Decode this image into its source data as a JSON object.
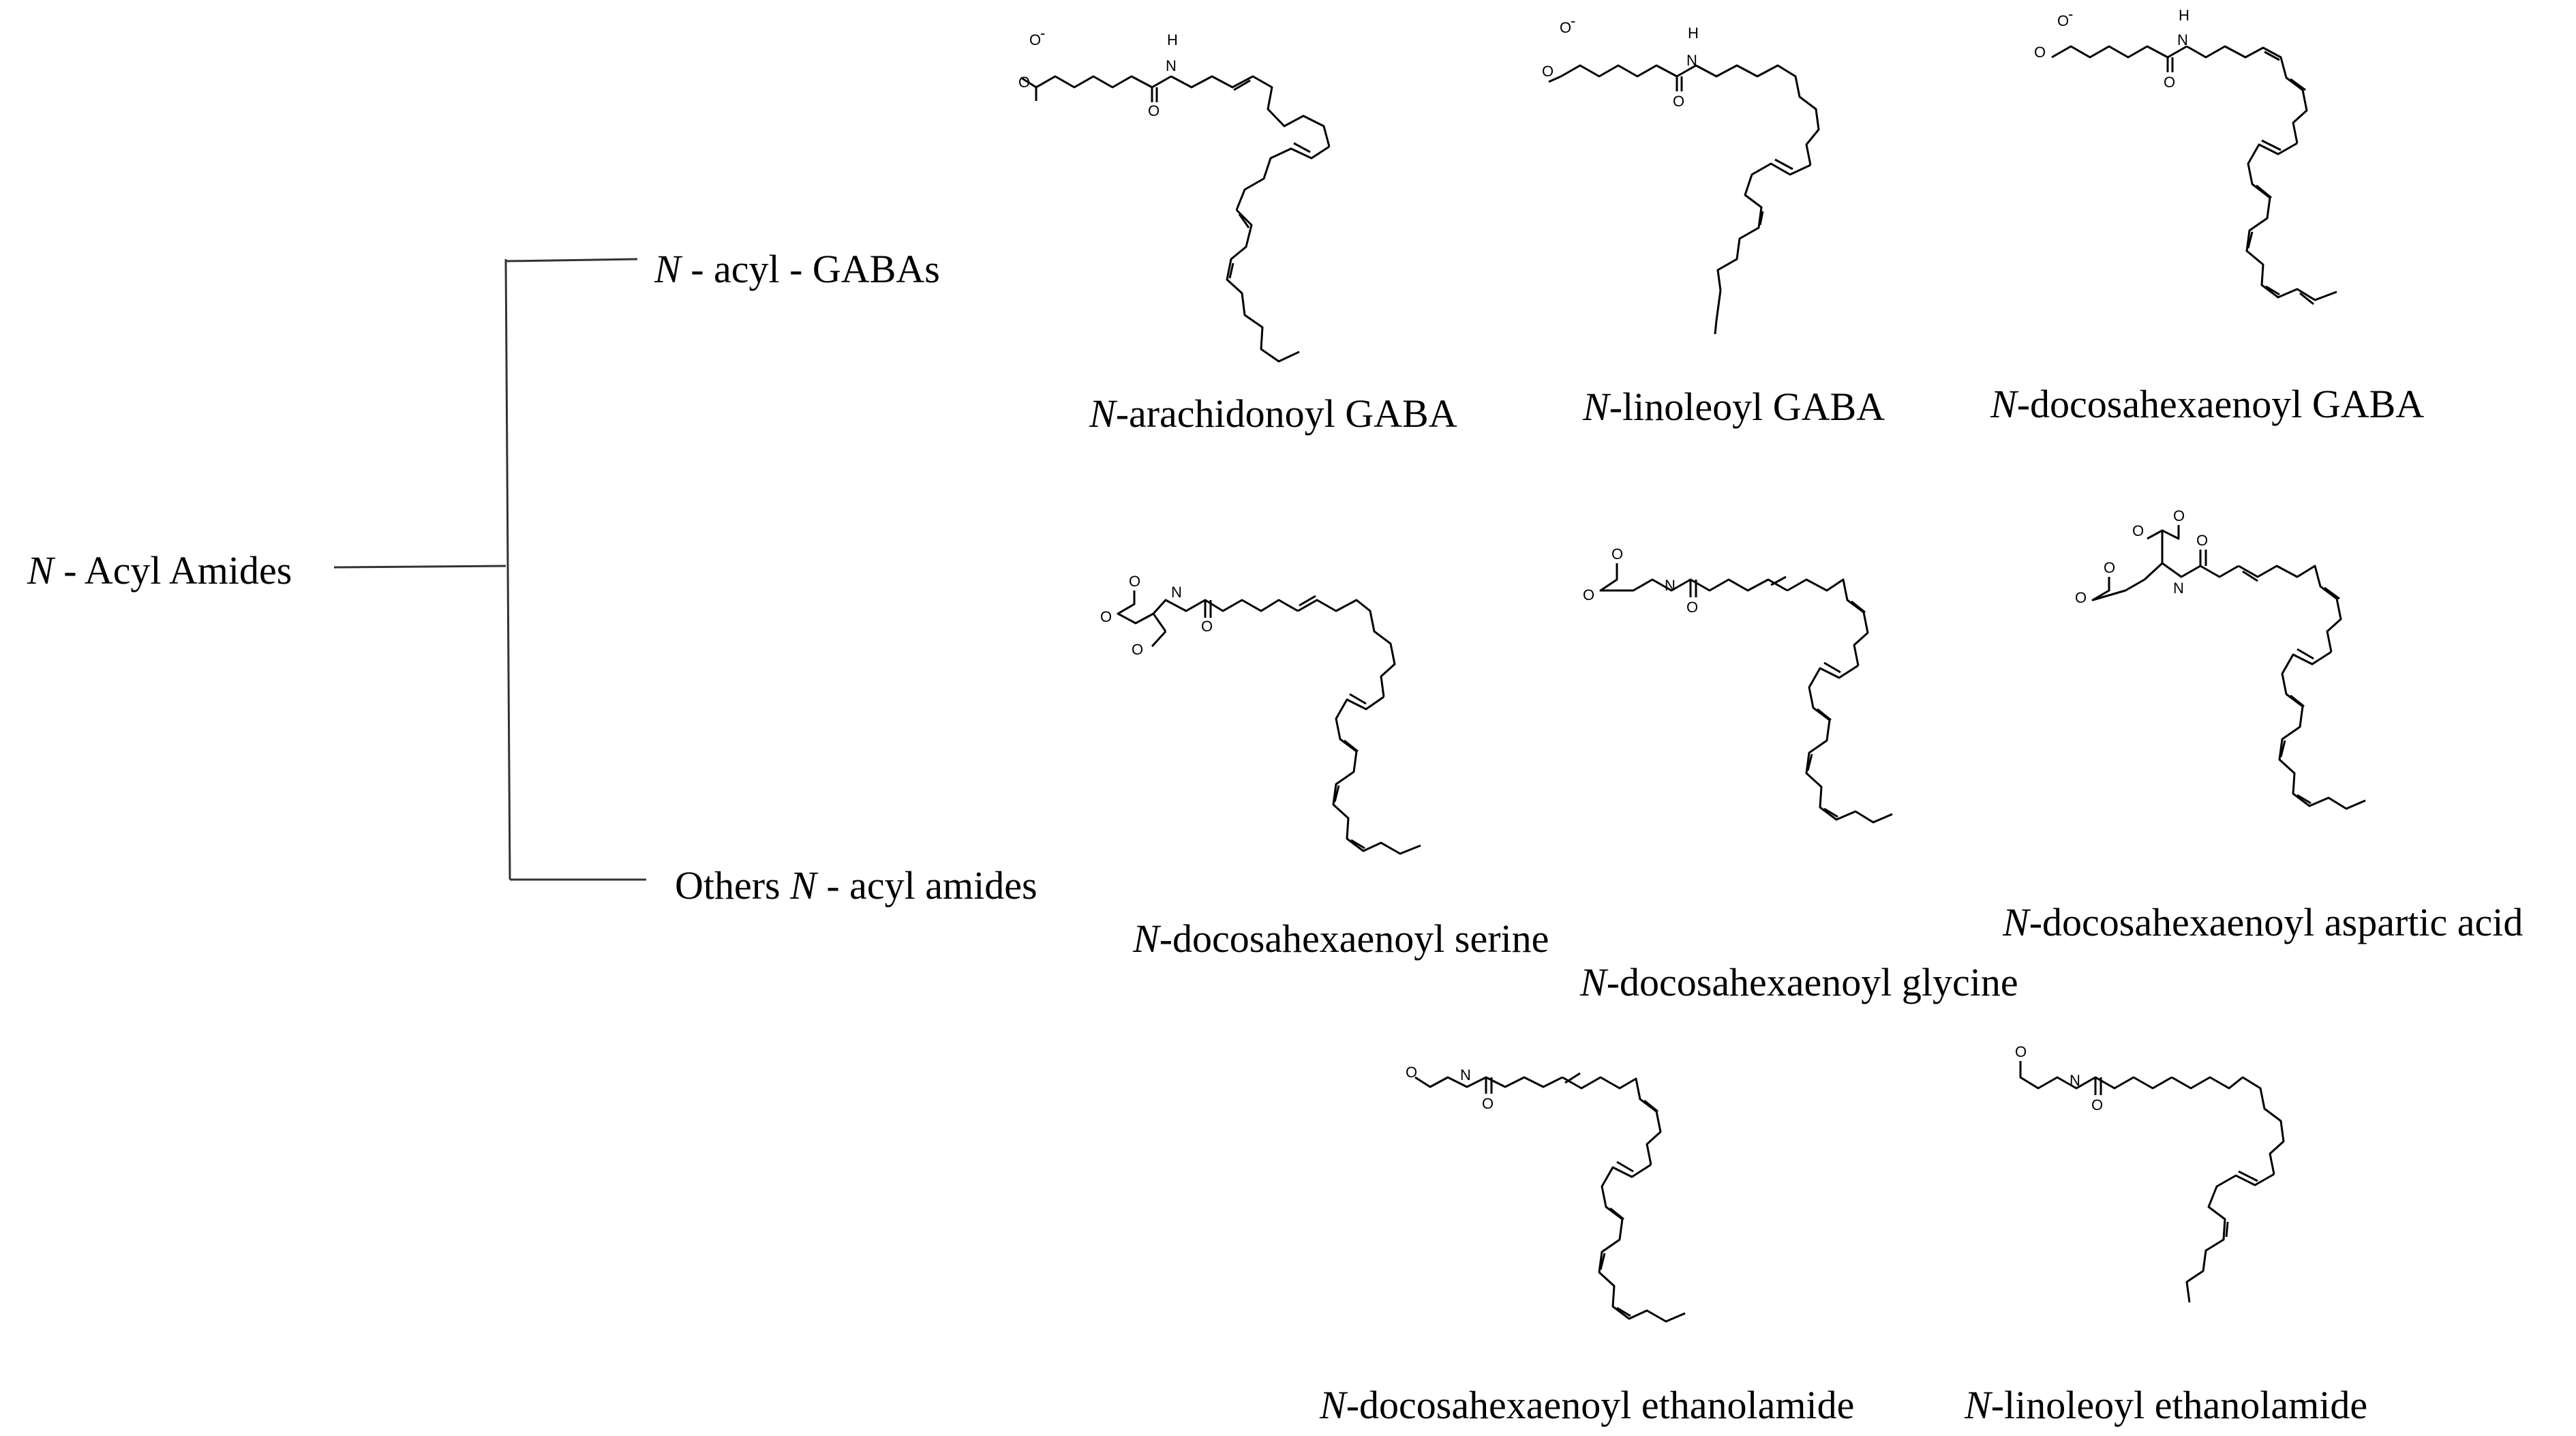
{
  "tree": {
    "root": {
      "n": "N",
      "rest": " - Acyl Amides"
    },
    "branch_gaba": {
      "n": "N",
      "rest": " - acyl - GABAs"
    },
    "branch_others": {
      "pre": "Others ",
      "n": "N",
      "rest": " - acyl amides"
    }
  },
  "structures": {
    "arachidonoyl_gaba": {
      "n": "N",
      "rest": "-arachidonoyl GABA"
    },
    "linoleoyl_gaba": {
      "n": "N",
      "rest": "-linoleoyl GABA"
    },
    "dha_gaba": {
      "n": "N",
      "rest": "-docosahexaenoyl GABA"
    },
    "dha_serine": {
      "n": "N",
      "rest": "-docosahexaenoyl serine"
    },
    "dha_glycine": {
      "n": "N",
      "rest": "-docosahexaenoyl glycine"
    },
    "dha_aspartic": {
      "n": "N",
      "rest": "-docosahexaenoyl aspartic acid"
    },
    "dha_ethanolamide": {
      "n": "N",
      "rest": "-docosahexaenoyl ethanolamide"
    },
    "linoleoyl_ethanolamide": {
      "n": "N",
      "rest": "-linoleoyl ethanolamide"
    }
  },
  "atoms": {
    "O": "O",
    "O_minus": "O",
    "minus": "-",
    "N": "N",
    "H": "H"
  }
}
